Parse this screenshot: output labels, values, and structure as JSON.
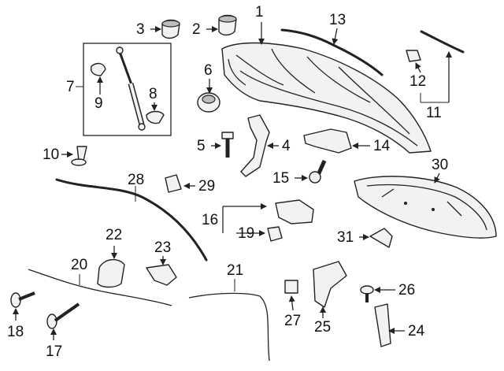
{
  "callouts": [
    {
      "id": "c1",
      "text": "1"
    },
    {
      "id": "c2",
      "text": "2"
    },
    {
      "id": "c3",
      "text": "3"
    },
    {
      "id": "c4",
      "text": "4"
    },
    {
      "id": "c5",
      "text": "5"
    },
    {
      "id": "c6",
      "text": "6"
    },
    {
      "id": "c7",
      "text": "7"
    },
    {
      "id": "c8",
      "text": "8"
    },
    {
      "id": "c9",
      "text": "9"
    },
    {
      "id": "c10",
      "text": "10"
    },
    {
      "id": "c11",
      "text": "11"
    },
    {
      "id": "c12",
      "text": "12"
    },
    {
      "id": "c13",
      "text": "13"
    },
    {
      "id": "c14",
      "text": "14"
    },
    {
      "id": "c15",
      "text": "15"
    },
    {
      "id": "c16",
      "text": "16"
    },
    {
      "id": "c17",
      "text": "17"
    },
    {
      "id": "c18",
      "text": "18"
    },
    {
      "id": "c19",
      "text": "19"
    },
    {
      "id": "c20",
      "text": "20"
    },
    {
      "id": "c21",
      "text": "21"
    },
    {
      "id": "c22",
      "text": "22"
    },
    {
      "id": "c23",
      "text": "23"
    },
    {
      "id": "c24",
      "text": "24"
    },
    {
      "id": "c25",
      "text": "25"
    },
    {
      "id": "c26",
      "text": "26"
    },
    {
      "id": "c27",
      "text": "27"
    },
    {
      "id": "c28",
      "text": "28"
    },
    {
      "id": "c29",
      "text": "29"
    },
    {
      "id": "c30",
      "text": "30"
    },
    {
      "id": "c31",
      "text": "31"
    }
  ]
}
